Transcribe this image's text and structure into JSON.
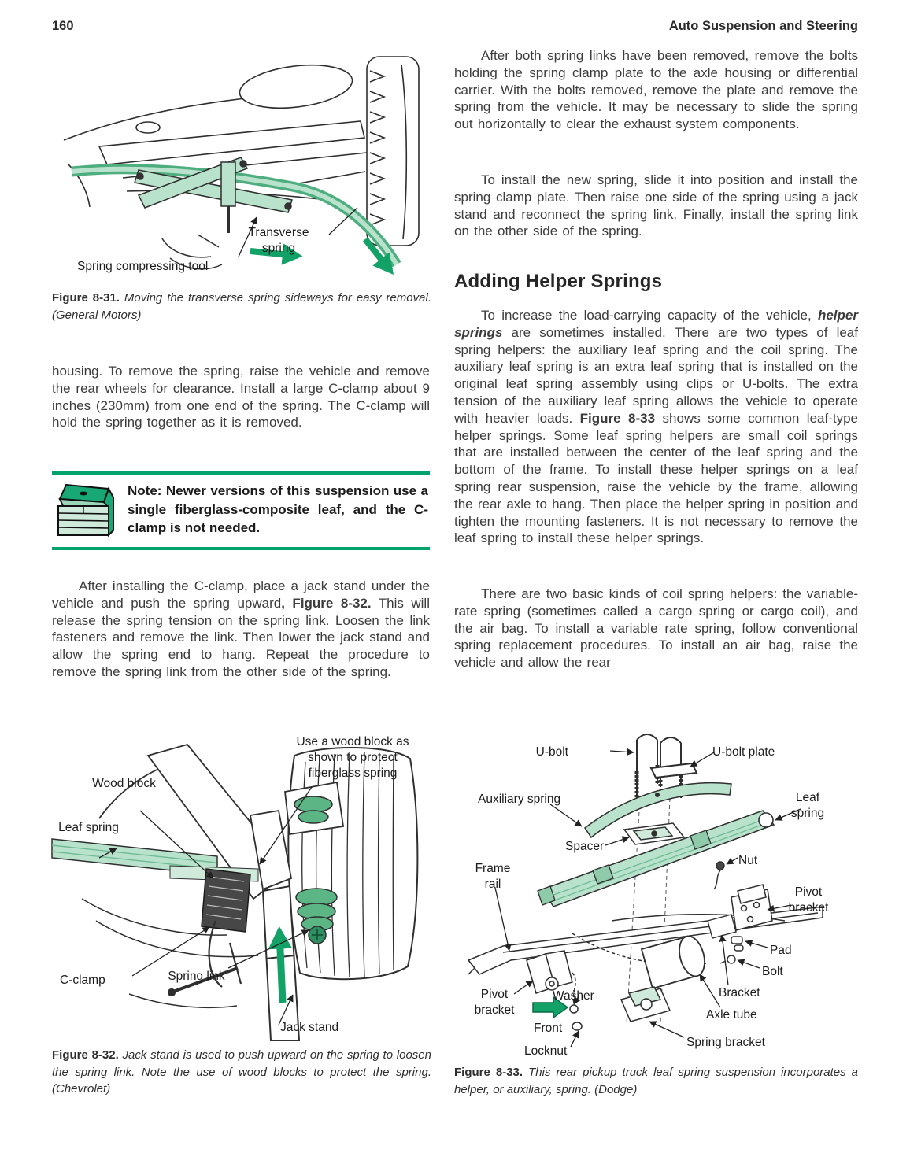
{
  "header": {
    "page_number": "160",
    "title": "Auto Suspension and Steering"
  },
  "left": {
    "fig31": {
      "labels": [
        "Transverse spring",
        "Spring compressing tool"
      ],
      "caption_label": "Figure 8-31.",
      "caption_text": "Moving the transverse spring sideways for easy removal. (General Motors)"
    },
    "para_housing": "housing. To remove the spring, raise the vehicle and remove the rear wheels for clearance. Install a large C-clamp about 9 inches (230mm) from one end of the spring. The C-clamp will hold the spring together as it is removed.",
    "note": {
      "icon": "toolbox-icon",
      "text": "Note: Newer versions of this suspension use a single fiberglass-composite leaf, and the C-clamp is not needed."
    },
    "para_cclamp": {
      "s1": "After installing the C-clamp, place a jack stand under the vehicle and push the spring upward",
      "s2": ", Figure 8-32.",
      "s3": " This will release the spring tension on the spring link. Loosen the link fasteners and remove the link. Then lower the jack stand and allow the spring end to hang. Repeat the procedure to remove the spring link from the other side of the spring."
    },
    "fig32": {
      "labels": [
        "Use a wood block as shown to protect fiberglass spring",
        "Wood block",
        "Leaf spring",
        "C-clamp",
        "Spring link",
        "Jack stand"
      ],
      "caption_label": "Figure 8-32.",
      "caption_text": "Jack stand is used to push upward on the spring to loosen the spring link. Note the use of wood blocks to protect the spring. (Chevrolet)"
    }
  },
  "right": {
    "para1": "After both spring links have been removed, remove the bolts holding the spring clamp plate to the axle housing or differential carrier. With the bolts removed, remove the plate and remove the spring from the vehicle. It may be necessary to slide the spring out horizontally to clear the exhaust system components.",
    "para2": "To install the new spring, slide it into position and install the spring clamp plate. Then raise one side of the spring using a jack stand and reconnect the spring link. Finally, install the spring link on the other side of the spring.",
    "heading": "Adding Helper Springs",
    "para3": {
      "s1": "To increase the load-carrying capacity of the vehicle, ",
      "s2": "helper springs",
      "s3": " are sometimes installed. There are two types of leaf spring helpers: the auxiliary leaf spring and the coil spring. The auxiliary leaf spring is an extra leaf spring that is installed on the original leaf spring assembly using clips or U-bolts. The extra tension of the auxiliary leaf spring allows the vehicle to operate with heavier loads. ",
      "s4": "Figure 8-33",
      "s5": " shows some common leaf-type helper springs. Some leaf spring helpers are small coil springs that are installed between the center of the leaf spring and the bottom of the frame. To install these helper springs on a leaf spring rear suspension, raise the vehicle by the frame, allowing the rear axle to hang. Then place the helper spring in position and tighten the mounting fasteners. It is not necessary to remove the leaf spring to install these helper springs."
    },
    "para4": "There are two basic kinds of coil spring helpers: the variable-rate spring (sometimes called a cargo spring or cargo coil), and the air bag. To install a variable rate spring, follow conventional spring replacement procedures. To install an air bag, raise the vehicle and allow the rear",
    "fig33": {
      "labels": [
        "U-bolt",
        "U-bolt plate",
        "Auxiliary spring",
        "Leaf spring",
        "Spacer",
        "Frame rail",
        "Nut",
        "Pivot bracket",
        "Pad",
        "Bolt",
        "Bracket",
        "Axle tube",
        "Pivot bracket",
        "Washer",
        "Front",
        "Locknut",
        "Spring bracket"
      ],
      "caption_label": "Figure 8-33.",
      "caption_text": "This rear pickup truck leaf spring suspension incorporates a helper, or auxiliary, spring. (Dodge)"
    }
  },
  "colors": {
    "accent_green": "#12a166",
    "rule_green": "#00a36c",
    "light_green": "#b9e2cc",
    "mid_green": "#5cb585"
  }
}
